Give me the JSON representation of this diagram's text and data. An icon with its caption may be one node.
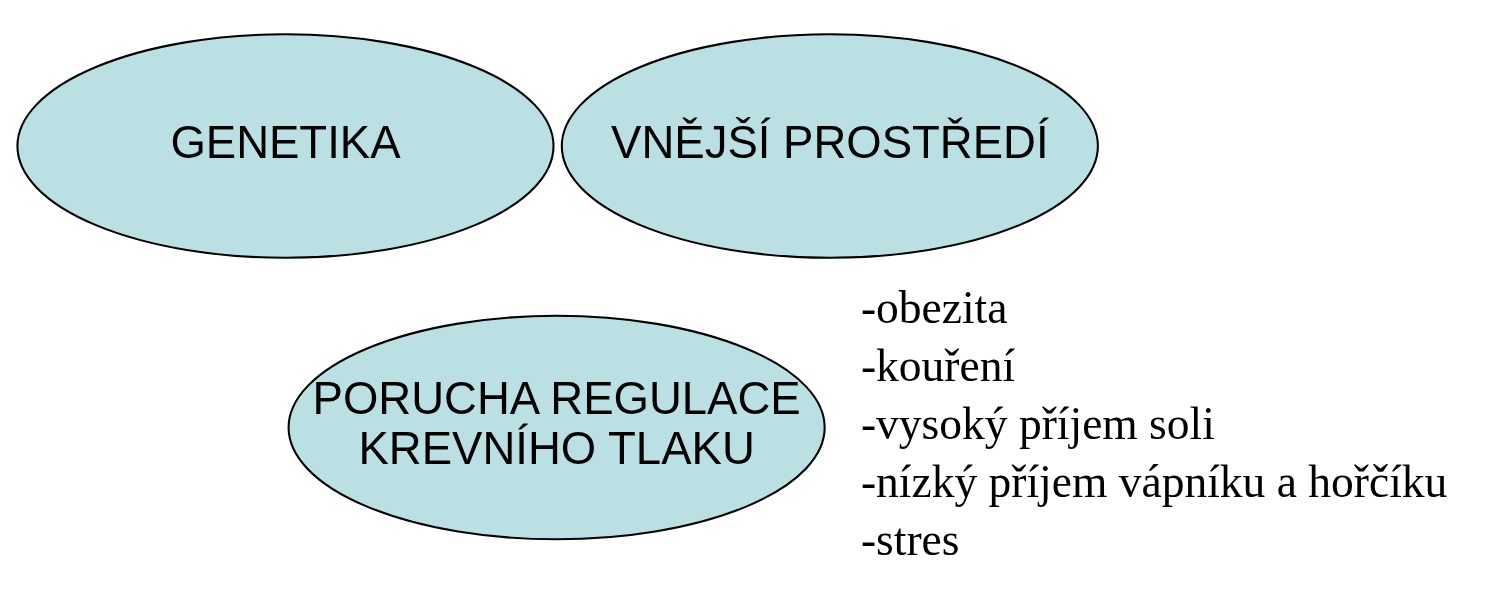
{
  "diagram": {
    "nodes": [
      {
        "text": [
          "GENETIKA"
        ]
      },
      {
        "text": [
          "VNĚJŠÍ PROSTŘEDÍ"
        ]
      },
      {
        "text": [
          "PORUCHA REGULACE KREVNÍHO TLAKU"
        ]
      }
    ],
    "edges": [],
    "labels": [
      "-obezita",
      "-kouření",
      "-vysoký příjem soli",
      "-nízký příjem vápníku a hořčíku",
      "-stres"
    ]
  }
}
